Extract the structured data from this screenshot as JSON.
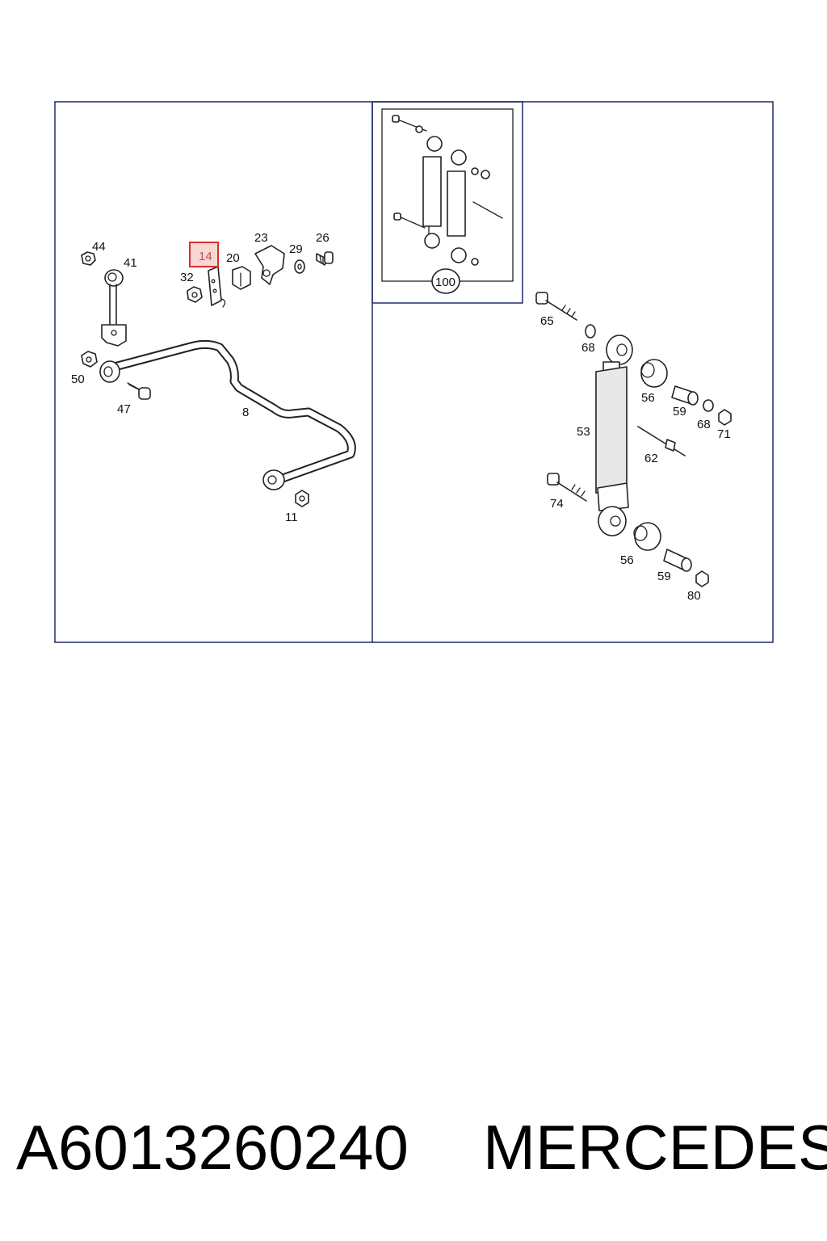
{
  "callouts": {
    "c44": "44",
    "c41": "41",
    "c14": "14",
    "c20": "20",
    "c23": "23",
    "c29": "29",
    "c26": "26",
    "c32": "32",
    "c50": "50",
    "c47": "47",
    "c8": "8",
    "c11": "11",
    "c100": "100",
    "c65": "65",
    "c68a": "68",
    "c56a": "56",
    "c59a": "59",
    "c68b": "68",
    "c71": "71",
    "c53": "53",
    "c62": "62",
    "c74": "74",
    "c56b": "56",
    "c59b": "59",
    "c80": "80"
  },
  "highlighted_part": "14",
  "footer": {
    "part_number": "A6013260240",
    "brand": "MERCEDES"
  },
  "colors": {
    "frame": "#1f2a6b",
    "highlight_border": "#d9302b",
    "highlight_fill": "#f7d6d6"
  }
}
